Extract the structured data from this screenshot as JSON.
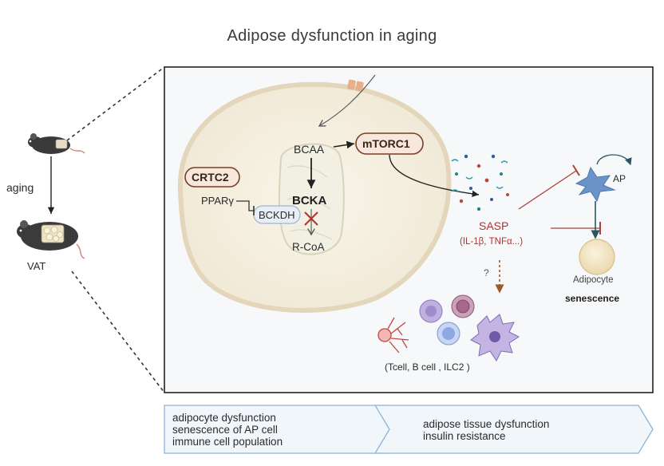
{
  "title": "Adipose dysfunction in aging",
  "left": {
    "aging_label": "aging",
    "vat_label": "VAT"
  },
  "cell": {
    "crtc2": "CRTC2",
    "ppar": "PPARγ",
    "bckdh": "BCKDH",
    "bcaa": "BCAA",
    "bcka": "BCKA",
    "rcoa": "R-CoA",
    "mtorc1": "mTORC1"
  },
  "sasp": {
    "label": "SASP",
    "sub": "(IL-1β, TNFα...)",
    "question": "?"
  },
  "right": {
    "ap": "AP",
    "adipocyte": "Adipocyte",
    "senescence": "senescence"
  },
  "immune": {
    "label": "(Tcell, B cell , ILC2 )"
  },
  "banner": {
    "left_lines": [
      "adipocyte dysfunction",
      "senescence of AP cell",
      "immune cell population"
    ],
    "right_lines": [
      "adipose tissue dysfunction",
      "insulin resistance"
    ]
  },
  "colors": {
    "accent_red": "#b3312c",
    "inhibit_red": "#a8453a",
    "dark_teal": "#2f5560",
    "ap_blue": "#5c88c4",
    "banner_fill": "#f1f6fb",
    "banner_stroke": "#8eb4d6",
    "cell_fill": "#f5f0e4",
    "cell_stroke": "#e3d6bb",
    "panel_fill": "#f6f8f9"
  }
}
